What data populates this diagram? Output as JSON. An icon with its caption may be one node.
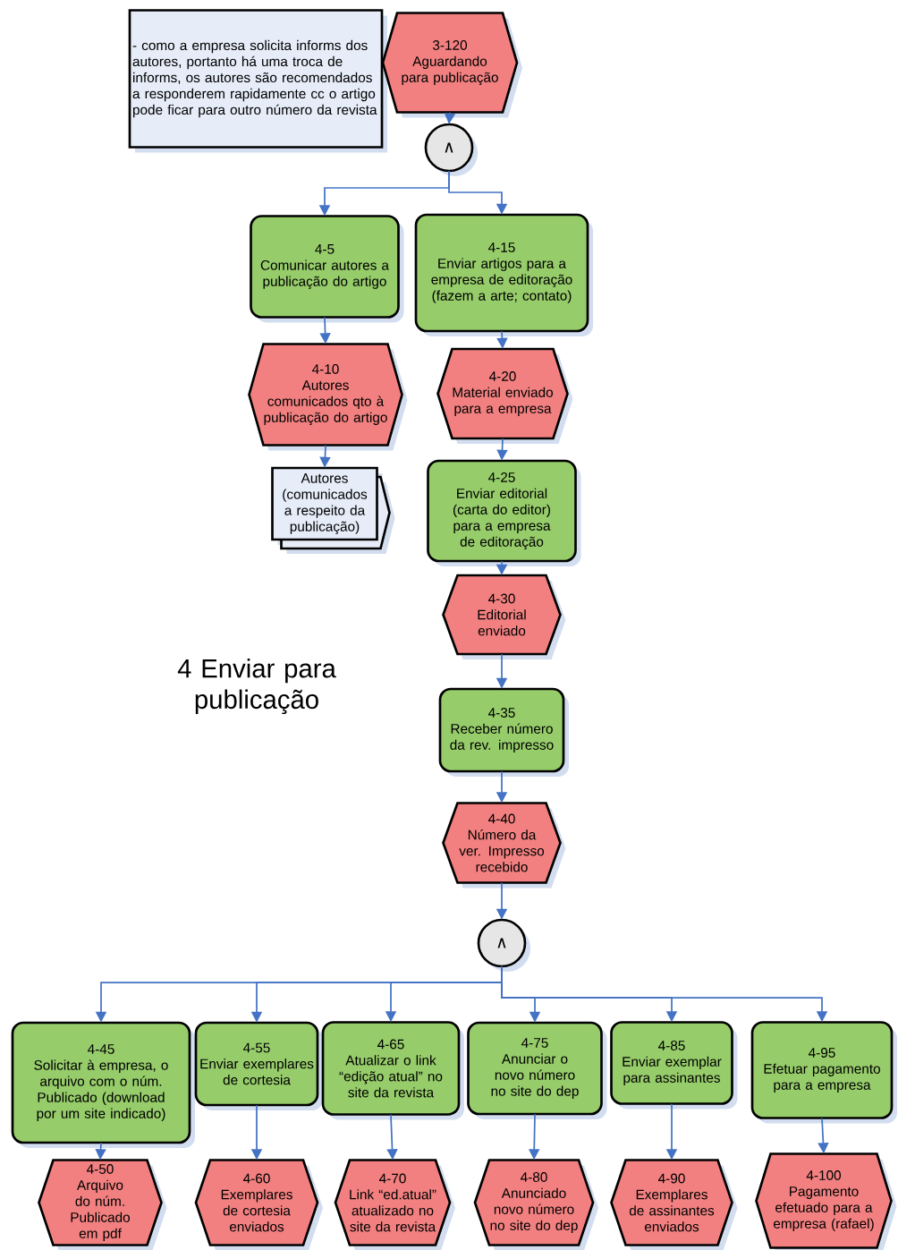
{
  "diagram": {
    "title": "4 Enviar para publicação",
    "nodes": [
      {
        "text": [
          "- como a empresa solicita informs dos autores, portanto há uma troca de informs, os autores são recomendados a responderem rapidamente cc o artigo pode ficar para outro número da revista"
        ]
      },
      {
        "text": [
          "3-120",
          "Aguardando para publicação"
        ]
      },
      {
        "text": [
          "∧"
        ]
      },
      {
        "text": [
          "4-5",
          "Comunicar autores a publicação do artigo"
        ]
      },
      {
        "text": [
          "4-15",
          "Enviar artigos para a empresa de editoração (fazem a arte; contato)"
        ]
      },
      {
        "text": [
          "4-10",
          "Autores comunicados qto à publicação do artigo"
        ]
      },
      {
        "text": [
          "Autores (comunicados a respeito da publicação)"
        ]
      },
      {
        "text": [
          "4-20",
          "Material enviado para a empresa"
        ]
      },
      {
        "text": [
          "4-25",
          "Enviar editorial (carta do editor) para a empresa de editoração"
        ]
      },
      {
        "text": [
          "4-30",
          "Editorial enviado"
        ]
      },
      {
        "text": [
          "4-35",
          "Receber número da rev. impresso"
        ]
      },
      {
        "text": [
          "4-40",
          "Número da ver. Impresso recebido"
        ]
      },
      {
        "text": [
          "∧"
        ]
      },
      {
        "text": [
          "4-45",
          "Solicitar à empresa, o arquivo com o núm. Publicado (download por um site indicado)"
        ]
      },
      {
        "text": [
          "4-55",
          "Enviar exemplares de cortesia"
        ]
      },
      {
        "text": [
          "4-65",
          "Atualizar o link “edição atual” no site da revista"
        ]
      },
      {
        "text": [
          "4-75",
          "Anunciar o novo número no site do dep"
        ]
      },
      {
        "text": [
          "4-85",
          "Enviar exemplar para assinantes"
        ]
      },
      {
        "text": [
          "4-95",
          "Efetuar pagamento para a empresa"
        ]
      },
      {
        "text": [
          "4-50",
          "Arquivo do núm. Publicado em pdf"
        ]
      },
      {
        "text": [
          "4-60",
          "Exemplares de cortesia enviados"
        ]
      },
      {
        "text": [
          "4-70",
          "Link “ed.atual” atualizado no site da revista"
        ]
      },
      {
        "text": [
          "4-80",
          "Anunciado novo número no site do dep"
        ]
      },
      {
        "text": [
          "4-90",
          "Exemplares de assinantes enviados"
        ]
      },
      {
        "text": [
          "4-100",
          "Pagamento efetuado para a empresa (rafael)"
        ]
      }
    ],
    "edges": [
      {
        "from": 1,
        "to": 2,
        "arrow": "to"
      },
      {
        "from": 2,
        "to": 3,
        "arrow": "to"
      },
      {
        "from": 2,
        "to": 4,
        "arrow": "to"
      },
      {
        "from": 3,
        "to": 5,
        "arrow": "to"
      },
      {
        "from": 5,
        "to": 6,
        "arrow": "to"
      },
      {
        "from": 4,
        "to": 7,
        "arrow": "to"
      },
      {
        "from": 7,
        "to": 8,
        "arrow": "to"
      },
      {
        "from": 8,
        "to": 9,
        "arrow": "to"
      },
      {
        "from": 9,
        "to": 10,
        "arrow": "to"
      },
      {
        "from": 10,
        "to": 11,
        "arrow": "to"
      },
      {
        "from": 11,
        "to": 12,
        "arrow": "to"
      },
      {
        "from": 12,
        "to": 13,
        "arrow": "to"
      },
      {
        "from": 12,
        "to": 14,
        "arrow": "to"
      },
      {
        "from": 12,
        "to": 15,
        "arrow": "to"
      },
      {
        "from": 12,
        "to": 16,
        "arrow": "to"
      },
      {
        "from": 12,
        "to": 17,
        "arrow": "to"
      },
      {
        "from": 12,
        "to": 18,
        "arrow": "to"
      },
      {
        "from": 13,
        "to": 19,
        "arrow": "to"
      },
      {
        "from": 14,
        "to": 20,
        "arrow": "to"
      },
      {
        "from": 15,
        "to": 21,
        "arrow": "to"
      },
      {
        "from": 16,
        "to": 22,
        "arrow": "to"
      },
      {
        "from": 17,
        "to": 23,
        "arrow": "to"
      },
      {
        "from": 18,
        "to": 24,
        "arrow": "to"
      }
    ]
  }
}
